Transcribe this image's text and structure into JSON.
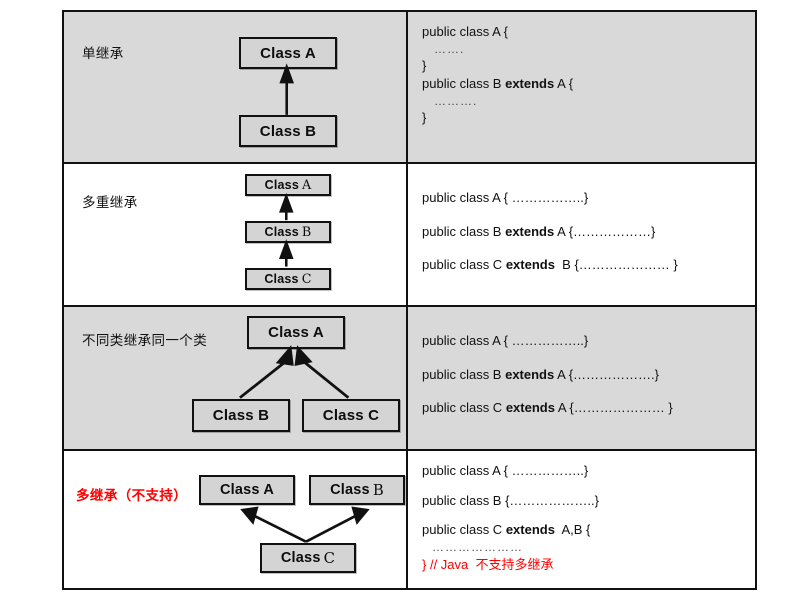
{
  "diagram": {
    "title": "Java Inheritance Types",
    "colors": {
      "row_gray": "#d9d9d9",
      "row_white": "#ffffff",
      "box_fill": "#d4d4d4",
      "line": "#111111",
      "accent_red": "#ff0000"
    },
    "rows": [
      {
        "label": "单继承",
        "label_color": "#111111",
        "background": "#d9d9d9",
        "boxes": [
          {
            "head": "Class A",
            "tail": ""
          },
          {
            "head": "Class B",
            "tail": ""
          }
        ],
        "edges": [
          {
            "from": "Class B",
            "to": "Class A"
          }
        ],
        "code": [
          {
            "text": "public class A {",
            "bold": "",
            "style": "normal"
          },
          {
            "text": "…….",
            "bold": "",
            "style": "dots"
          },
          {
            "text": "}",
            "bold": "",
            "style": "normal"
          },
          {
            "text": "public class B extends A {",
            "bold": "extends",
            "style": "normal"
          },
          {
            "text": "……….",
            "bold": "",
            "style": "dots"
          },
          {
            "text": "}",
            "bold": "",
            "style": "normal"
          }
        ]
      },
      {
        "label": "多重继承",
        "label_color": "#111111",
        "background": "#ffffff",
        "boxes": [
          {
            "head": "Class",
            "tail": "A"
          },
          {
            "head": "Class",
            "tail": "B"
          },
          {
            "head": "Class",
            "tail": "C"
          }
        ],
        "edges": [
          {
            "from": "Class C",
            "to": "Class B"
          },
          {
            "from": "Class B",
            "to": "Class A"
          }
        ],
        "code": [
          {
            "text": "public class A { ……………..}",
            "bold": "",
            "style": "normal"
          },
          {
            "text": "public class B extends A {………………}",
            "bold": "extends",
            "style": "normal"
          },
          {
            "text": "public class C extends  B {………………… }",
            "bold": "extends",
            "style": "normal"
          }
        ]
      },
      {
        "label": "不同类继承同一个类",
        "label_color": "#111111",
        "background": "#d9d9d9",
        "boxes": [
          {
            "head": "Class A",
            "tail": ""
          },
          {
            "head": "Class B",
            "tail": ""
          },
          {
            "head": "Class C",
            "tail": ""
          }
        ],
        "edges": [
          {
            "from": "Class B",
            "to": "Class A"
          },
          {
            "from": "Class C",
            "to": "Class A"
          }
        ],
        "code": [
          {
            "text": "public class A { ……………..}",
            "bold": "",
            "style": "normal"
          },
          {
            "text": "public class B extends A {……………….}",
            "bold": "extends",
            "style": "normal"
          },
          {
            "text": "public class C extends A {………………… }",
            "bold": "extends",
            "style": "normal"
          }
        ]
      },
      {
        "label": "多继承（不支持）",
        "label_color": "#ff0000",
        "background": "#ffffff",
        "boxes": [
          {
            "head": "Class A",
            "tail": ""
          },
          {
            "head": "Class",
            "tail": "B"
          },
          {
            "head": "Class",
            "tail": "C"
          }
        ],
        "edges": [
          {
            "from": "Class C",
            "to": "Class A"
          },
          {
            "from": "Class C",
            "to": "Class B"
          }
        ],
        "code": [
          {
            "text": "public class A { ……………..}",
            "bold": "",
            "style": "normal"
          },
          {
            "text": "public class B {………………..}",
            "bold": "",
            "style": "normal"
          },
          {
            "text": "public class C extends  A,B {",
            "bold": "extends",
            "style": "normal"
          },
          {
            "text": "…………………",
            "bold": "",
            "style": "dots"
          },
          {
            "text": "} // Java  不支持多继承",
            "bold": "",
            "style": "red"
          }
        ]
      }
    ]
  },
  "row0": {
    "label": "单继承",
    "boxA": "Class A",
    "boxB": "Class B",
    "code": {
      "l1": "public class A {",
      "l2": "…….",
      "l3": "}",
      "l4a": "public class B ",
      "l4b": "extends",
      "l4c": " A {",
      "l5": "……….",
      "l6": "}"
    }
  },
  "row1": {
    "label": "多重继承",
    "boxA_head": "Class",
    "boxA_tail": "A",
    "boxB_head": "Class",
    "boxB_tail": "B",
    "boxC_head": "Class",
    "boxC_tail": "C",
    "code": {
      "l1": "public class A { ……………..}",
      "l2a": "public class B ",
      "l2b": "extends",
      "l2c": " A {………………}",
      "l3a": "public class C ",
      "l3b": "extends",
      "l3c": "  B {………………… }"
    }
  },
  "row2": {
    "label": "不同类继承同一个类",
    "boxA": "Class A",
    "boxB": "Class B",
    "boxC": "Class C",
    "code": {
      "l1": "public class A { ……………..}",
      "l2a": "public class B ",
      "l2b": "extends",
      "l2c": " A {……………….}",
      "l3a": "public class C ",
      "l3b": "extends",
      "l3c": " A {………………… }"
    }
  },
  "row3": {
    "label": "多继承（不支持）",
    "boxA": "Class A",
    "boxB_head": "Class",
    "boxB_tail": "B",
    "boxC_head": "Class",
    "boxC_tail": "C",
    "code": {
      "l1": "public class A { ……………..}",
      "l2": "public class B {………………..}",
      "l3a": "public class C ",
      "l3b": "extends",
      "l3c": "  A,B {",
      "l4": "…………………",
      "l5": "} // Java  不支持多继承"
    }
  }
}
